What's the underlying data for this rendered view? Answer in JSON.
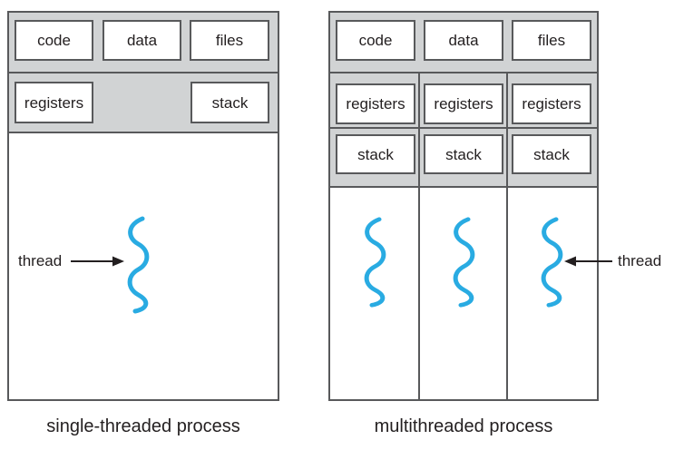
{
  "colors": {
    "band-gray": "#d1d3d4",
    "border-dark": "#58595b",
    "thread-blue": "#29abe2",
    "text-dark": "#231f20"
  },
  "left_diagram": {
    "caption": "single-threaded process",
    "code_label": "code",
    "data_label": "data",
    "files_label": "files",
    "registers_label": "registers",
    "stack_label": "stack",
    "thread_label": "thread"
  },
  "right_diagram": {
    "caption": "multithreaded process",
    "code_label": "code",
    "data_label": "data",
    "files_label": "files",
    "columns": [
      {
        "registers_label": "registers",
        "stack_label": "stack"
      },
      {
        "registers_label": "registers",
        "stack_label": "stack"
      },
      {
        "registers_label": "registers",
        "stack_label": "stack"
      }
    ],
    "thread_label": "thread"
  }
}
